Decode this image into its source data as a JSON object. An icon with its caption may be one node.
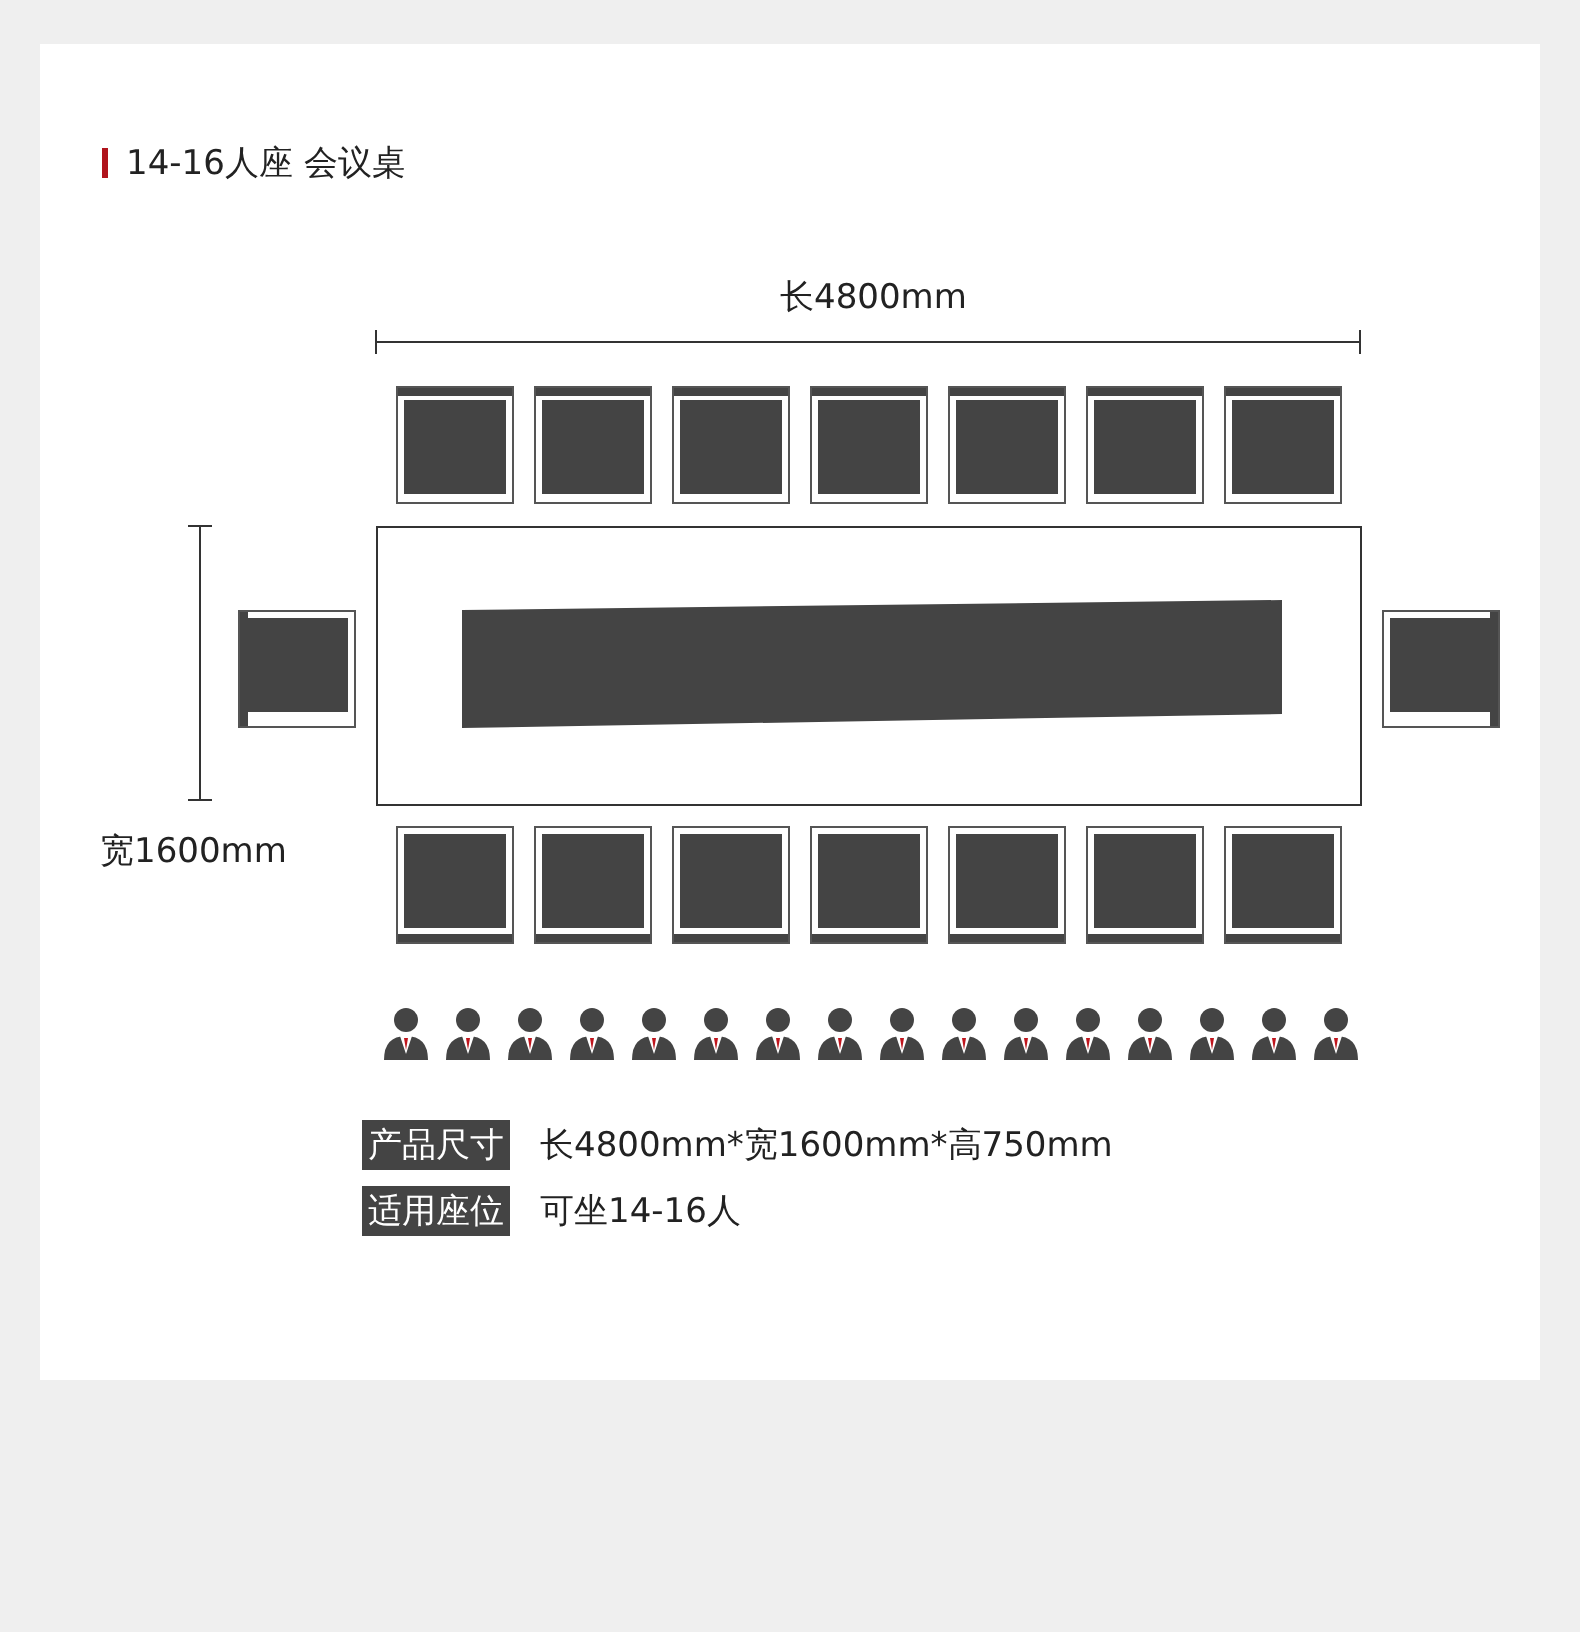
{
  "diagram": {
    "title": "14-16人座 会议桌",
    "labels": [
      "长4800mm",
      "宽1600mm",
      "产品尺寸",
      "长4800mm*宽1600mm*高750mm",
      "适用座位",
      "可坐14-16人"
    ]
  }
}
